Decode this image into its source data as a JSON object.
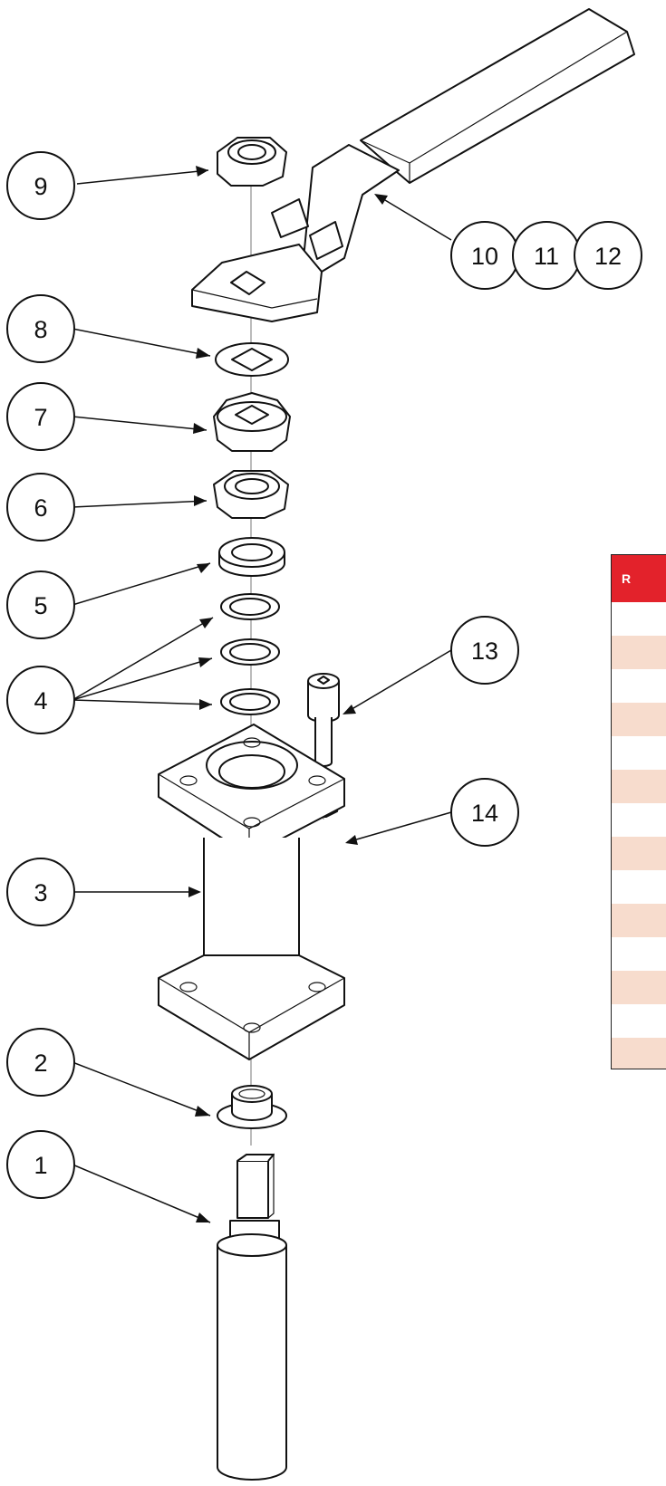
{
  "callouts": [
    {
      "id": "1",
      "label": "1"
    },
    {
      "id": "2",
      "label": "2"
    },
    {
      "id": "3",
      "label": "3"
    },
    {
      "id": "4",
      "label": "4"
    },
    {
      "id": "5",
      "label": "5"
    },
    {
      "id": "6",
      "label": "6"
    },
    {
      "id": "7",
      "label": "7"
    },
    {
      "id": "8",
      "label": "8"
    },
    {
      "id": "9",
      "label": "9"
    },
    {
      "id": "10",
      "label": "10"
    },
    {
      "id": "11",
      "label": "11"
    },
    {
      "id": "12",
      "label": "12"
    },
    {
      "id": "13",
      "label": "13"
    },
    {
      "id": "14",
      "label": "14"
    }
  ],
  "table": {
    "header_partial": "R",
    "header_color": "#e3222b",
    "stripe_color": "#f7dccd",
    "row_count": 14
  }
}
